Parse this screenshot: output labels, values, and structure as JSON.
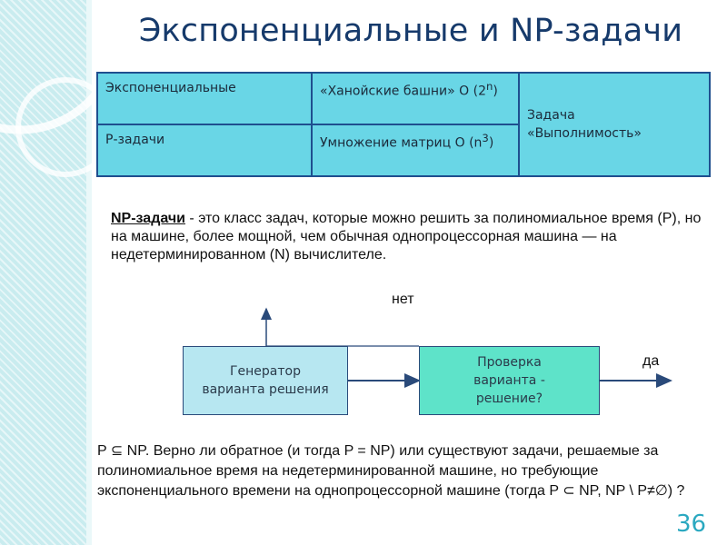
{
  "slide": {
    "title": "Экспоненциальные и NP-задачи",
    "page_number": "36"
  },
  "table": {
    "rows": [
      {
        "label": "Экспоненциальные",
        "example": "«Ханойские башни» O (2",
        "example_sup": "n",
        "example_tail": ")"
      },
      {
        "label": "Р-задачи",
        "example": "Умножение матриц O (n",
        "example_sup": "3",
        "example_tail": ")"
      }
    ],
    "merged_cell": {
      "line1": "Задача",
      "line2": "«Выполнимость»"
    }
  },
  "definition": {
    "term": "NP-задачи",
    "text": " - это класс задач, которые можно решить за полиномиальное время (P), но на машине, более мощной, чем обычная однопроцессорная машина — на недетерминированном (N) вычислителе."
  },
  "diagram": {
    "generator_line1": "Генератор",
    "generator_line2": "варианта решения",
    "check_line1": "Проверка",
    "check_line2": "варианта -",
    "check_line3": "решение?",
    "no_label": "нет",
    "yes_label": "да",
    "colors": {
      "generator": "#b7e7f1",
      "check": "#5ee3c9",
      "line": "#2a4a7a"
    }
  },
  "question": {
    "text": "P ⊆ NP. Верно ли обратное (и тогда P = NP) или существуют задачи, решаемые за полиномиальное время на недетерминированной машине, но требующие экспоненциального времени на однопроцессорной машине (тогда P ⊂ NP, NP \\ P≠∅) ?"
  },
  "colors": {
    "title": "#163a6b",
    "table_fill": "#69d6e6",
    "table_border": "#1f4f8f",
    "accent": "#2aa8c0",
    "stripe": "#c9ecef"
  }
}
